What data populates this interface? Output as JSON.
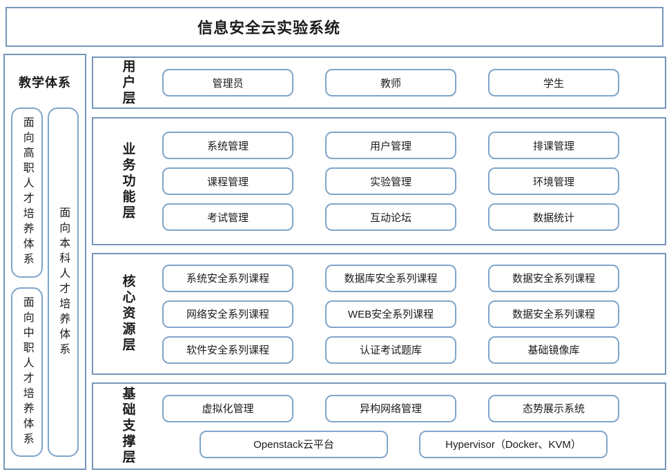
{
  "title": "信息安全云实验系统",
  "sidebar": {
    "title": "教学体系",
    "left_boxes": [
      "面向高职人才培养体系",
      "面向中职人才培养体系"
    ],
    "right_box": "面向本科人才培养体系"
  },
  "layers": [
    {
      "label": "用户层",
      "boxes": [
        "管理员",
        "教师",
        "学生"
      ]
    },
    {
      "label": "业务功能层",
      "boxes": [
        "系统管理",
        "用户管理",
        "排课管理",
        "课程管理",
        "实验管理",
        "环境管理",
        "考试管理",
        "互动论坛",
        "数据统计"
      ]
    },
    {
      "label": "核心资源层",
      "boxes": [
        "系统安全系列课程",
        "数据库安全系列课程",
        "数据安全系列课程",
        "网络安全系列课程",
        "WEB安全系列课程",
        "数据安全系列课程",
        "软件安全系列课程",
        "认证考试题库",
        "基础镜像库"
      ]
    },
    {
      "label": "基础支撑层",
      "boxes": [
        "虚拟化管理",
        "异构网络管理",
        "态势展示系统"
      ],
      "wide_boxes": [
        "Openstack云平台",
        "Hypervisor（Docker、KVM）"
      ]
    }
  ],
  "colors": {
    "outer_border": "#7595ba",
    "node_border": "#7fa5ca",
    "text": "#1b1b1b"
  }
}
